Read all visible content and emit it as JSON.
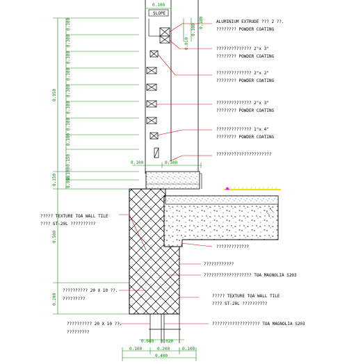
{
  "slope_label": "SLOPE",
  "dims_top": {
    "w_top": "0.100"
  },
  "dims_left": {
    "d_0_950": "0.950",
    "d_0_100_a": "0.100",
    "d_0_100_b": "0.100",
    "d_0_100_c": "0.100",
    "d_0_100_d": "0.100",
    "d_0_100_e": "0.100",
    "d_0_100_f": "0.100",
    "d_0_100_g": "0.100",
    "d_0_100_h": "0.100",
    "d_0_150": "0.150",
    "d_0_150_b": "0.150",
    "d_0_050": "0.050",
    "d_0_100_i": "0.100",
    "d_0_500": "0.500",
    "d_0_200": "0.200"
  },
  "dims_right_small": {
    "r1": "0.180",
    "r2": "0.100",
    "r3": "0.010"
  },
  "dims_mid": {
    "m1": "0.100",
    "m2": "0.300"
  },
  "dims_bottom": {
    "b1": "0.040",
    "b2": "0.020",
    "b3": "0.100",
    "b4": "0.200",
    "b5": "0.100",
    "b6": "0.400"
  },
  "notes_right": [
    {
      "line1": "ALUMINIUM EXTRUDE ??? 2 ??.",
      "line2": "???????? POWDER COATING"
    },
    {
      "line1": "?????????????? 2\"x 3\"",
      "line2": "???????? POWDER COATING"
    },
    {
      "line1": "?????????????? 2\"x 2\"",
      "line2": "???????? POWDER COATING"
    },
    {
      "line1": "?????????????? 2\"x 3\"",
      "line2": "???????? POWDER COATING"
    },
    {
      "line1": "?????????????? 1\"x 4\"",
      "line2": "???????? POWDER COATING"
    },
    {
      "line1": "??????????????????????",
      "line2": ""
    },
    {
      "line1": "?????????????",
      "line2": ""
    },
    {
      "line1": "????????????",
      "line2": ""
    },
    {
      "line1": "??????????????????? TOA MAGNOLIA S203",
      "line2": ""
    },
    {
      "line1": "????? TEXTURE TOA WALL TILE",
      "line2": "???? ST-20L ??????????"
    },
    {
      "line1": "??????????????????? TOA MAGNOLIA S203",
      "line2": ""
    }
  ],
  "notes_left": [
    {
      "line1": "????? TEXTURE TOA WALL TILE",
      "line2": "???? ST-20L ??????????"
    },
    {
      "line1": "?????????? 20 X 10 ??.",
      "line2": "?????????"
    },
    {
      "line1": "?????????? 20 X 10 ??.",
      "line2": "?????????"
    }
  ],
  "colors": {
    "leader": "#e00000",
    "dimension": "#0a8a0a",
    "outline": "#000000",
    "marker": "#ff00ff",
    "grass": "#e6e600"
  }
}
